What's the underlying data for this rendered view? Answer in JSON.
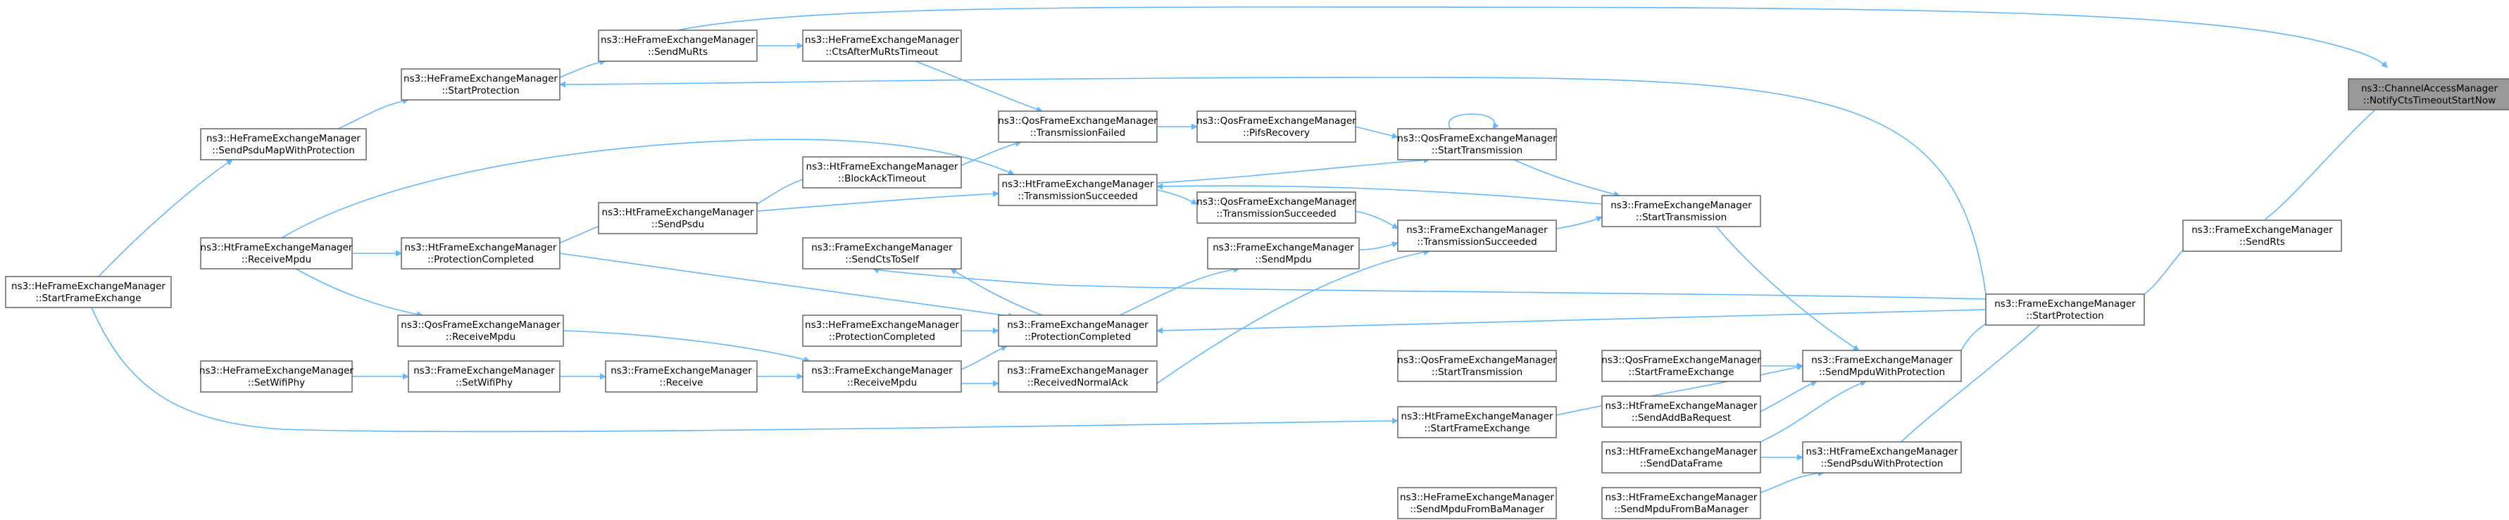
{
  "graph": {
    "type": "call-graph",
    "edge_color": "#63b8ff",
    "root_fill": "#999999",
    "nodes": [
      {
        "id": "root",
        "line1": "ns3::ChannelAccessManager",
        "line2": "::NotifyCtsTimeoutStartNow",
        "root": true
      },
      {
        "id": "fem_sendrts",
        "line1": "ns3::FrameExchangeManager",
        "line2": "::SendRts"
      },
      {
        "id": "fem_startprot",
        "line1": "ns3::FrameExchangeManager",
        "line2": "::StartProtection"
      },
      {
        "id": "fem_sendmpduwp",
        "line1": "ns3::FrameExchangeManager",
        "line2": "::SendMpduWithProtection"
      },
      {
        "id": "htfem_sendpsduwp",
        "line1": "ns3::HtFrameExchangeManager",
        "line2": "::SendPsduWithProtection"
      },
      {
        "id": "fem_starttx",
        "line1": "ns3::FrameExchangeManager",
        "line2": "::StartTransmission"
      },
      {
        "id": "qos_startfe",
        "line1": "ns3::QosFrameExchangeManager",
        "line2": "::StartFrameExchange"
      },
      {
        "id": "ht_sendaddba",
        "line1": "ns3::HtFrameExchangeManager",
        "line2": "::SendAddBaRequest"
      },
      {
        "id": "ht_senddata",
        "line1": "ns3::HtFrameExchangeManager",
        "line2": "::SendDataFrame"
      },
      {
        "id": "ht_sendmpdufromba",
        "line1": "ns3::HtFrameExchangeManager",
        "line2": "::SendMpduFromBaManager"
      },
      {
        "id": "qos_starttx",
        "line1": "ns3::QosFrameExchangeManager",
        "line2": "::StartTransmission"
      },
      {
        "id": "fem_txsucc",
        "line1": "ns3::FrameExchangeManager",
        "line2": "::TransmissionSucceeded"
      },
      {
        "id": "qos_pifs",
        "line1": "ns3::QosFrameExchangeManager",
        "line2": "::PifsRecovery"
      },
      {
        "id": "qos_txsucc",
        "line1": "ns3::QosFrameExchangeManager",
        "line2": "::TransmissionSucceeded"
      },
      {
        "id": "fem_sendmpdu",
        "line1": "ns3::FrameExchangeManager",
        "line2": "::SendMpdu"
      },
      {
        "id": "qos_starttx2",
        "line1": "ns3::QosFrameExchangeManager",
        "line2": "::StartTransmission"
      },
      {
        "id": "ht_startfe",
        "line1": "ns3::HtFrameExchangeManager",
        "line2": "::StartFrameExchange"
      },
      {
        "id": "he_sendmpdufromba",
        "line1": "ns3::HeFrameExchangeManager",
        "line2": "::SendMpduFromBaManager"
      },
      {
        "id": "qos_txfailed",
        "line1": "ns3::QosFrameExchangeManager",
        "line2": "::TransmissionFailed"
      },
      {
        "id": "ht_txsucc",
        "line1": "ns3::HtFrameExchangeManager",
        "line2": "::TransmissionSucceeded"
      },
      {
        "id": "fem_sendctstoself",
        "line1": "ns3::FrameExchangeManager",
        "line2": "::SendCtsToSelf"
      },
      {
        "id": "fem_protcompleted",
        "line1": "ns3::FrameExchangeManager",
        "line2": "::ProtectionCompleted"
      },
      {
        "id": "he_protcompleted",
        "line1": "ns3::HeFrameExchangeManager",
        "line2": "::ProtectionCompleted"
      },
      {
        "id": "fem_recvmpdu",
        "line1": "ns3::FrameExchangeManager",
        "line2": "::ReceiveMpdu"
      },
      {
        "id": "fem_recvnormalack",
        "line1": "ns3::FrameExchangeManager",
        "line2": "::ReceivedNormalAck"
      },
      {
        "id": "he_ctsaftermurts",
        "line1": "ns3::HeFrameExchangeManager",
        "line2": "::CtsAfterMuRtsTimeout"
      },
      {
        "id": "ht_blockacktimeout",
        "line1": "ns3::HtFrameExchangeManager",
        "line2": "::BlockAckTimeout"
      },
      {
        "id": "he_sendmurts",
        "line1": "ns3::HeFrameExchangeManager",
        "line2": "::SendMuRts"
      },
      {
        "id": "ht_sendpsdu",
        "line1": "ns3::HtFrameExchangeManager",
        "line2": "::SendPsdu"
      },
      {
        "id": "fem_receive",
        "line1": "ns3::FrameExchangeManager",
        "line2": "::Receive"
      },
      {
        "id": "he_startprot",
        "line1": "ns3::HeFrameExchangeManager",
        "line2": "::StartProtection"
      },
      {
        "id": "ht_protcompleted",
        "line1": "ns3::HtFrameExchangeManager",
        "line2": "::ProtectionCompleted"
      },
      {
        "id": "qos_recvmpdu",
        "line1": "ns3::QosFrameExchangeManager",
        "line2": "::ReceiveMpdu"
      },
      {
        "id": "fem_setwifiphy",
        "line1": "ns3::FrameExchangeManager",
        "line2": "::SetWifiPhy"
      },
      {
        "id": "he_sendpsdumap",
        "line1": "ns3::HeFrameExchangeManager",
        "line2": "::SendPsduMapWithProtection"
      },
      {
        "id": "ht_recvmpdu",
        "line1": "ns3::HtFrameExchangeManager",
        "line2": "::ReceiveMpdu"
      },
      {
        "id": "he_setwifiphy",
        "line1": "ns3::HeFrameExchangeManager",
        "line2": "::SetWifiPhy"
      },
      {
        "id": "he_startfe",
        "line1": "ns3::HeFrameExchangeManager",
        "line2": "::StartFrameExchange"
      }
    ]
  }
}
